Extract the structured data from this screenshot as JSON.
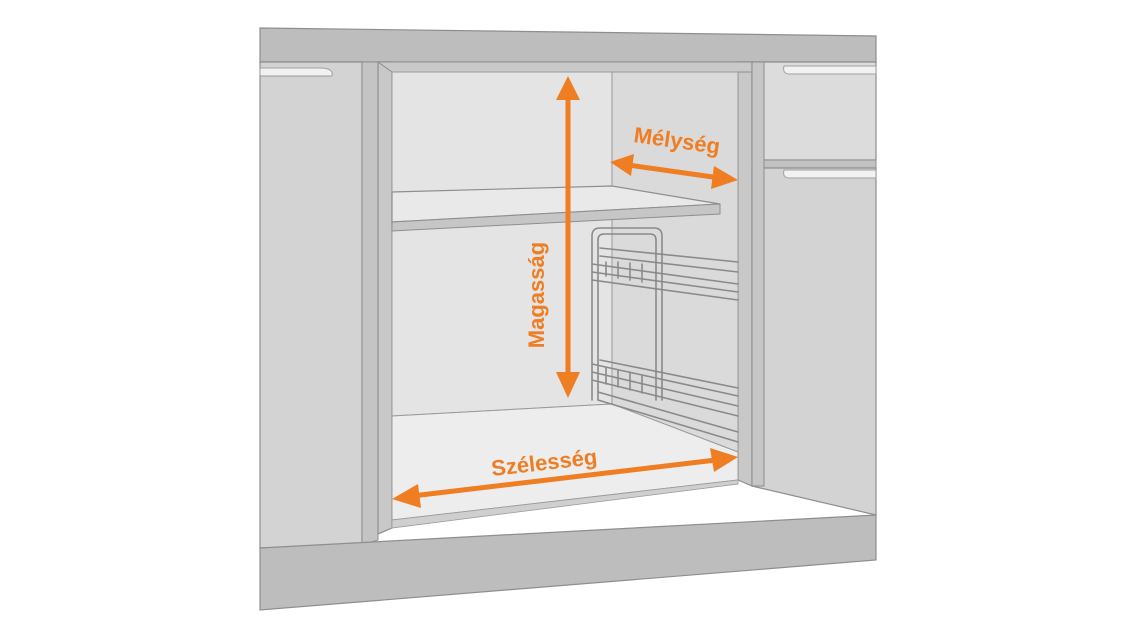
{
  "labels": {
    "depth": "Mélység",
    "height": "Magasság",
    "width": "Szélesség"
  },
  "colors": {
    "accent": "#ef7d22",
    "panel_dark": "#bdbdbd",
    "panel_mid": "#d2d2d2",
    "panel_light": "#e6e6e6",
    "interior": "#ededed",
    "outline": "#8e8e8e"
  },
  "icons": {
    "arrow": "double-headed-arrow",
    "basket": "pull-out-wire-basket"
  }
}
